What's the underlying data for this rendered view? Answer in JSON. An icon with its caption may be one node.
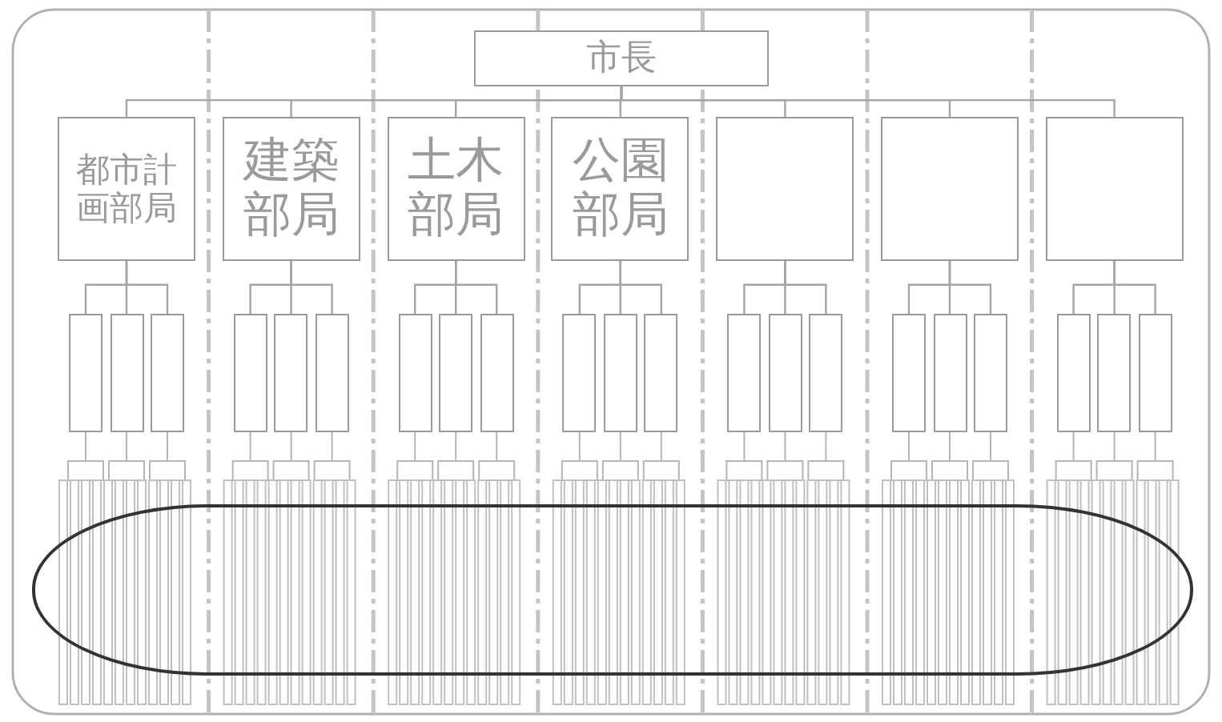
{
  "diagram": {
    "nodes": [
      {
        "text": [
          "市長"
        ]
      },
      {
        "text": [
          "都市計画部局"
        ]
      },
      {
        "text": [
          "建築部局"
        ]
      },
      {
        "text": [
          "土木部局"
        ]
      },
      {
        "text": [
          "公園部局"
        ]
      },
      {
        "text": [],
        "shape": "box"
      },
      {
        "text": [],
        "shape": "box"
      },
      {
        "text": [],
        "shape": "box"
      },
      {
        "text": [],
        "shape": "box"
      },
      {
        "text": [],
        "shape": "box"
      },
      {
        "text": [],
        "shape": "box"
      },
      {
        "text": [],
        "shape": "box"
      },
      {
        "text": [],
        "shape": "box"
      },
      {
        "text": [],
        "shape": "box"
      },
      {
        "text": [],
        "shape": "box"
      },
      {
        "text": [],
        "shape": "box"
      },
      {
        "text": [],
        "shape": "box"
      },
      {
        "text": [],
        "shape": "box"
      },
      {
        "text": [],
        "shape": "box"
      },
      {
        "text": [],
        "shape": "box"
      },
      {
        "text": [],
        "shape": "box"
      },
      {
        "text": [],
        "shape": "box"
      },
      {
        "text": [],
        "shape": "box"
      },
      {
        "text": [],
        "shape": "box"
      },
      {
        "text": [],
        "shape": "box"
      },
      {
        "text": [],
        "shape": "box"
      },
      {
        "text": [],
        "shape": "box"
      },
      {
        "text": [],
        "shape": "box"
      },
      {
        "text": [],
        "shape": "box"
      },
      {
        "text": [],
        "shape": "oval"
      }
    ],
    "edges": [
      {
        "from": 0,
        "to": 1,
        "arrow": "none"
      },
      {
        "from": 0,
        "to": 2,
        "arrow": "none"
      },
      {
        "from": 0,
        "to": 3,
        "arrow": "none"
      },
      {
        "from": 0,
        "to": 4,
        "arrow": "none"
      },
      {
        "from": 0,
        "to": 5,
        "arrow": "none"
      },
      {
        "from": 0,
        "to": 6,
        "arrow": "none"
      },
      {
        "from": 0,
        "to": 7,
        "arrow": "none"
      },
      {
        "from": 1,
        "to": 8,
        "arrow": "none"
      },
      {
        "from": 1,
        "to": 9,
        "arrow": "none"
      },
      {
        "from": 1,
        "to": 10,
        "arrow": "none"
      },
      {
        "from": 2,
        "to": 11,
        "arrow": "none"
      },
      {
        "from": 2,
        "to": 12,
        "arrow": "none"
      },
      {
        "from": 2,
        "to": 13,
        "arrow": "none"
      },
      {
        "from": 3,
        "to": 14,
        "arrow": "none"
      },
      {
        "from": 3,
        "to": 15,
        "arrow": "none"
      },
      {
        "from": 3,
        "to": 16,
        "arrow": "none"
      },
      {
        "from": 4,
        "to": 17,
        "arrow": "none"
      },
      {
        "from": 4,
        "to": 18,
        "arrow": "none"
      },
      {
        "from": 4,
        "to": 19,
        "arrow": "none"
      },
      {
        "from": 5,
        "to": 20,
        "arrow": "none"
      },
      {
        "from": 5,
        "to": 21,
        "arrow": "none"
      },
      {
        "from": 5,
        "to": 22,
        "arrow": "none"
      },
      {
        "from": 6,
        "to": 23,
        "arrow": "none"
      },
      {
        "from": 6,
        "to": 24,
        "arrow": "none"
      },
      {
        "from": 6,
        "to": 25,
        "arrow": "none"
      },
      {
        "from": 7,
        "to": 26,
        "arrow": "none"
      },
      {
        "from": 7,
        "to": 27,
        "arrow": "none"
      },
      {
        "from": 7,
        "to": 28,
        "arrow": "none"
      }
    ]
  }
}
